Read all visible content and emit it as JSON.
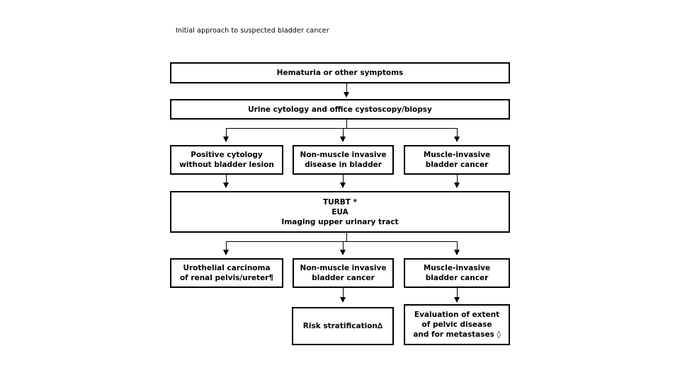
{
  "chart_data": {
    "type": "diagram",
    "title": "Initial approach to suspected bladder cancer",
    "nodes": [
      {
        "id": "n1",
        "lines": [
          "Hematuria or other symptoms"
        ]
      },
      {
        "id": "n2",
        "lines": [
          "Urine cytology and office cystoscopy/biopsy"
        ]
      },
      {
        "id": "n3a",
        "lines": [
          "Positive cytology",
          "without bladder lesion"
        ]
      },
      {
        "id": "n3b",
        "lines": [
          "Non-muscle invasive",
          "disease in bladder"
        ]
      },
      {
        "id": "n3c",
        "lines": [
          "Muscle-invasive",
          "bladder cancer"
        ]
      },
      {
        "id": "n4",
        "lines": [
          "TURBT *",
          "EUA",
          "Imaging upper urinary tract"
        ]
      },
      {
        "id": "n5a",
        "lines": [
          "Urothelial carcinoma",
          "of renal pelvis/ureter¶"
        ]
      },
      {
        "id": "n5b",
        "lines": [
          "Non-muscle invasive",
          "bladder cancer"
        ]
      },
      {
        "id": "n5c",
        "lines": [
          "Muscle-invasive",
          "bladder cancer"
        ]
      },
      {
        "id": "n6a",
        "lines": [
          "Risk stratification∆"
        ]
      },
      {
        "id": "n6b",
        "lines": [
          "Evaluation of extent",
          "of pelvic disease",
          "and for metastases ◊"
        ]
      }
    ],
    "edges": [
      {
        "from": "n1",
        "to": "n2",
        "style": "straight-arrow"
      },
      {
        "from": "n2",
        "to": "n3a",
        "style": "branch-arrow"
      },
      {
        "from": "n2",
        "to": "n3b",
        "style": "branch-arrow"
      },
      {
        "from": "n2",
        "to": "n3c",
        "style": "branch-arrow"
      },
      {
        "from": "n3a",
        "to": "n4",
        "style": "straight-arrow"
      },
      {
        "from": "n3b",
        "to": "n4",
        "style": "straight-arrow"
      },
      {
        "from": "n3c",
        "to": "n4",
        "style": "straight-arrow"
      },
      {
        "from": "n4",
        "to": "n5a",
        "style": "branch-arrow"
      },
      {
        "from": "n4",
        "to": "n5b",
        "style": "branch-arrow"
      },
      {
        "from": "n4",
        "to": "n5c",
        "style": "branch-arrow"
      },
      {
        "from": "n5b",
        "to": "n6a",
        "style": "straight-arrow"
      },
      {
        "from": "n5c",
        "to": "n6b",
        "style": "straight-arrow"
      }
    ],
    "footnote_markers": [
      "*",
      "¶",
      "∆",
      "◊"
    ],
    "colors": {
      "background": "#ffffff",
      "stroke": "#000000",
      "text": "#000000"
    }
  },
  "diagram": {
    "title": "Initial approach to suspected bladder cancer",
    "box1": {
      "l1": "Hematuria or other symptoms"
    },
    "box2": {
      "l1": "Urine cytology and office cystoscopy/biopsy"
    },
    "box3a": {
      "l1": "Positive cytology",
      "l2": "without bladder lesion"
    },
    "box3b": {
      "l1": "Non-muscle invasive",
      "l2": "disease in bladder"
    },
    "box3c": {
      "l1": "Muscle-invasive",
      "l2": "bladder cancer"
    },
    "box4": {
      "l1": "TURBT *",
      "l2": "EUA",
      "l3": "Imaging upper urinary tract"
    },
    "box5a": {
      "l1": "Urothelial carcinoma",
      "l2": "of renal pelvis/ureter¶"
    },
    "box5b": {
      "l1": "Non-muscle invasive",
      "l2": "bladder cancer"
    },
    "box5c": {
      "l1": "Muscle-invasive",
      "l2": "bladder cancer"
    },
    "box6a": {
      "l1": "Risk stratification∆"
    },
    "box6b": {
      "l1": "Evaluation of extent",
      "l2": "of pelvic disease",
      "l3": "and for metastases ◊"
    }
  }
}
